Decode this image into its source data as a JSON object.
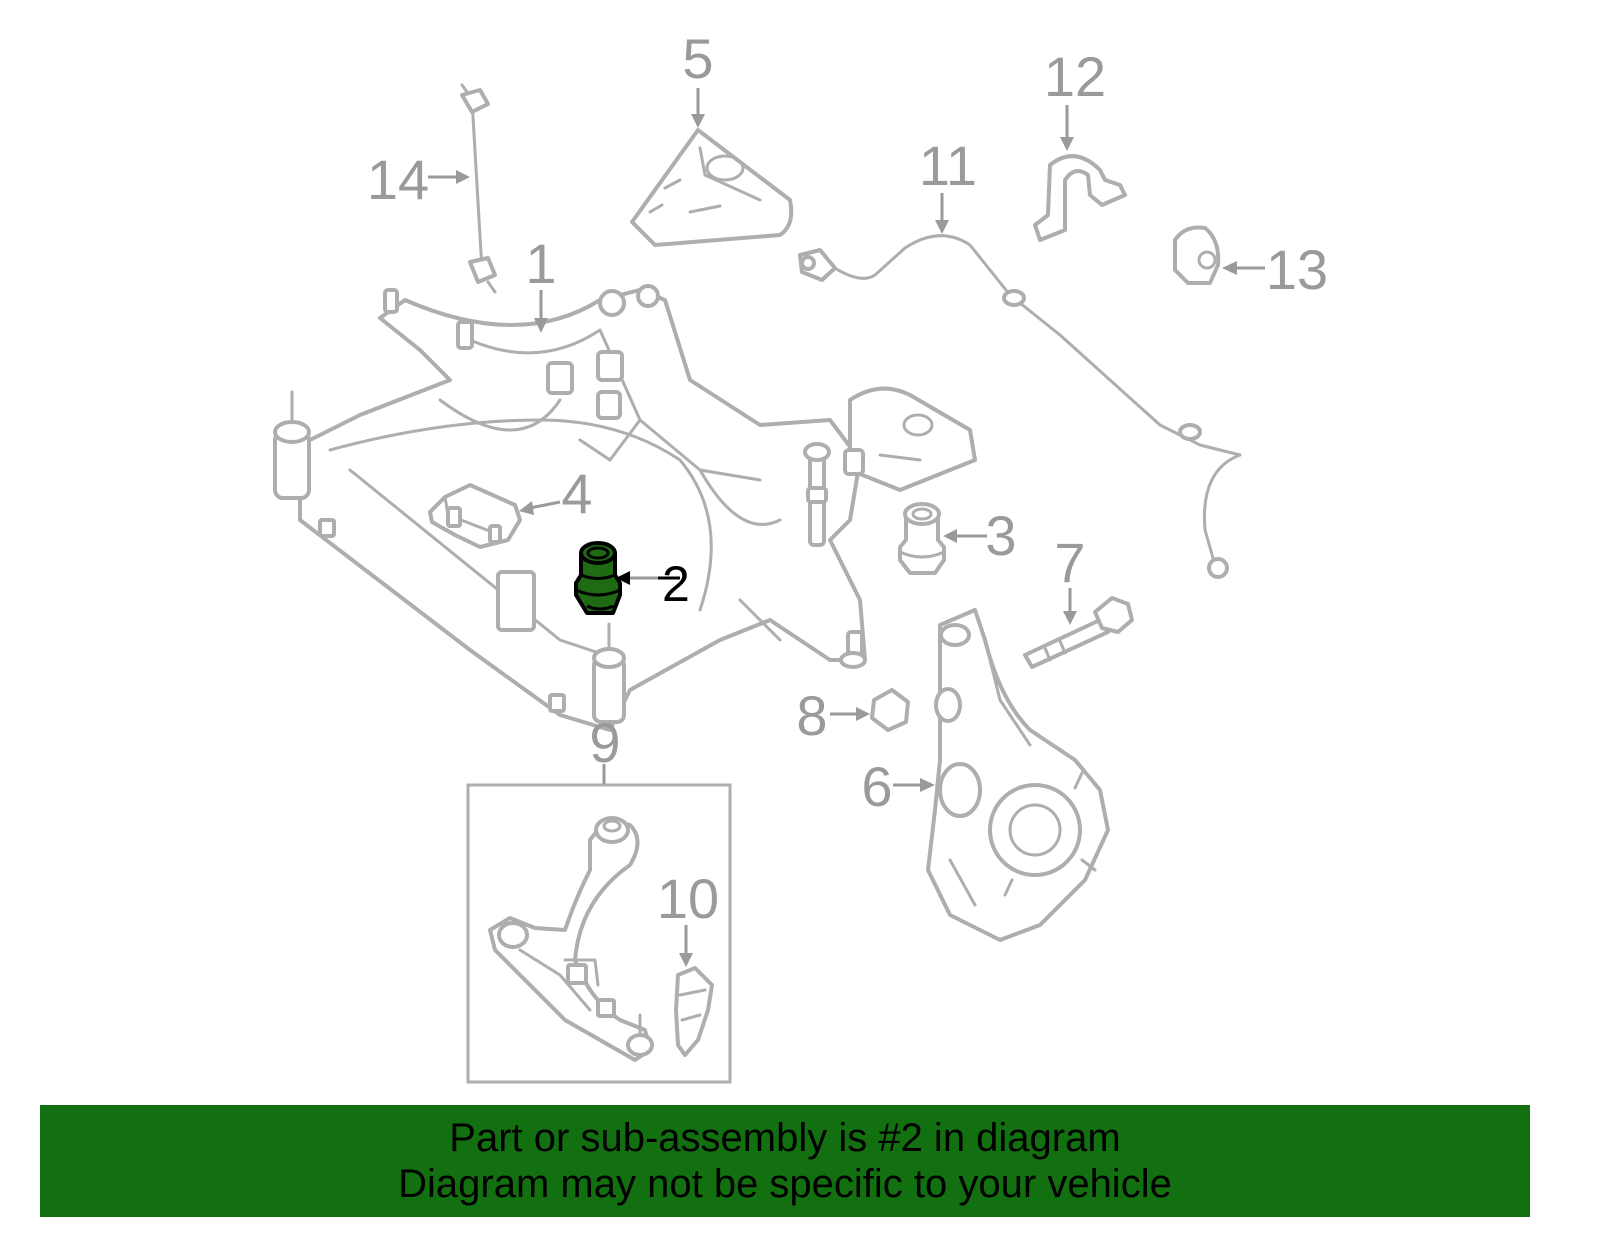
{
  "colors": {
    "line_art": "#aeaeae",
    "callout_text": "#9a9a9a",
    "highlight_part": "#1f6b14",
    "banner_background": "#137010",
    "banner_text": "#000000"
  },
  "callouts": [
    "1",
    "2",
    "3",
    "4",
    "5",
    "6",
    "7",
    "8",
    "9",
    "10",
    "11",
    "12",
    "13",
    "14"
  ],
  "highlighted_part": "2",
  "banner": {
    "line1": "Part or sub-assembly is #2 in diagram",
    "line2": "Diagram may not be specific to your vehicle"
  }
}
